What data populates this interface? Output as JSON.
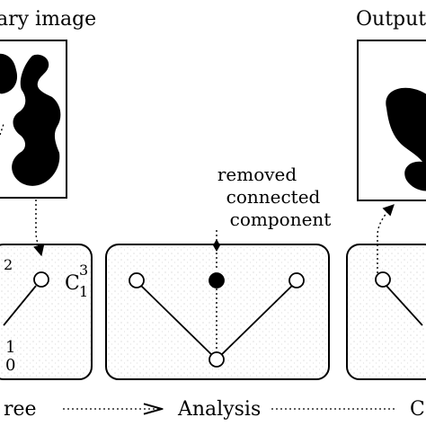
{
  "labels": {
    "binary_image": "ary image",
    "output": "Output i",
    "removed": [
      "removed",
      "connected",
      "component"
    ],
    "c_top_partial": "2",
    "c_main": "C",
    "c_super": "3",
    "c_sub": "1",
    "left_partial_1": "1",
    "left_partial_2": "0"
  },
  "bottom": {
    "tree": "ree",
    "analysis": "Analysis",
    "right": "C"
  },
  "colors": {
    "ink": "#000000",
    "paper": "#ffffff",
    "stipple": "#bdbdbd"
  }
}
